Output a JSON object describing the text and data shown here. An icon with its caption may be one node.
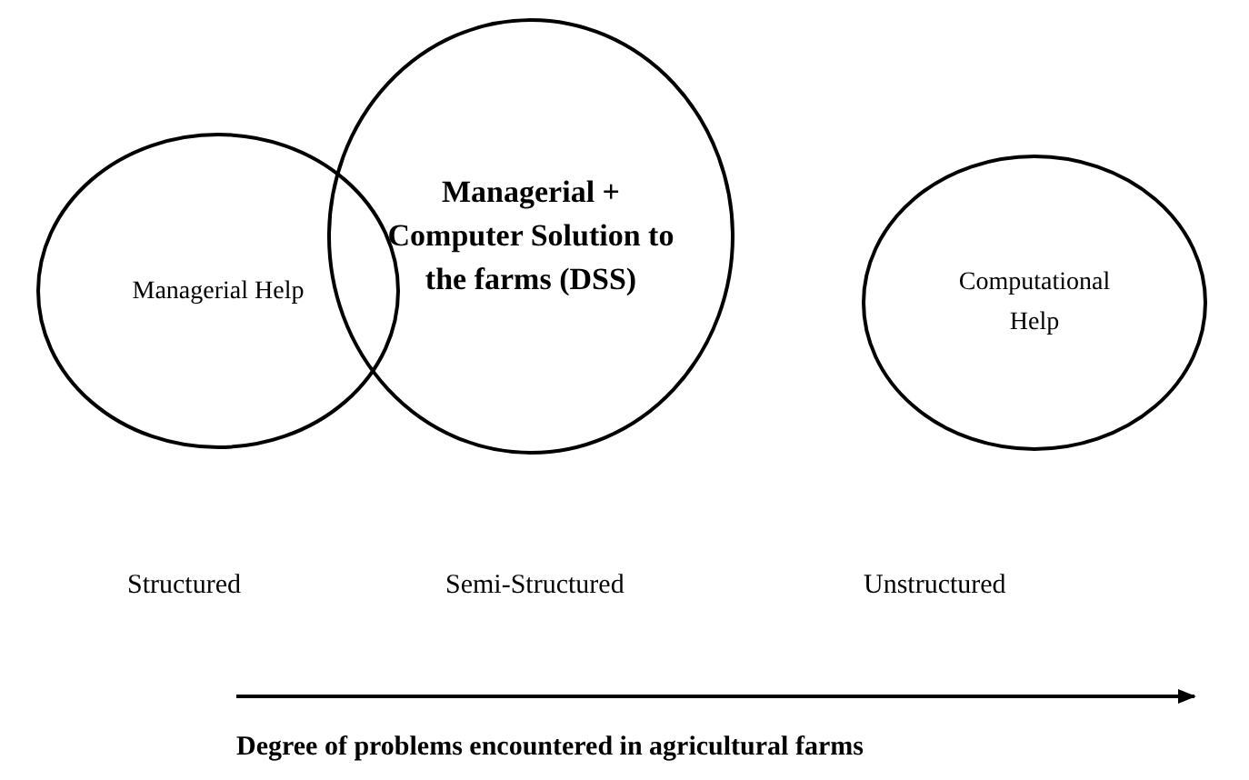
{
  "diagram": {
    "nodes": [
      {
        "text": [
          "Managerial Help"
        ]
      },
      {
        "text": [
          "Managerial + Computer Solution to the farms (DSS)"
        ]
      },
      {
        "text": [
          "Computational Help"
        ]
      }
    ],
    "labels": [
      "Structured",
      "Semi-Structured",
      "Unstructured",
      "Degree of problems encountered in agricultural farms"
    ]
  }
}
